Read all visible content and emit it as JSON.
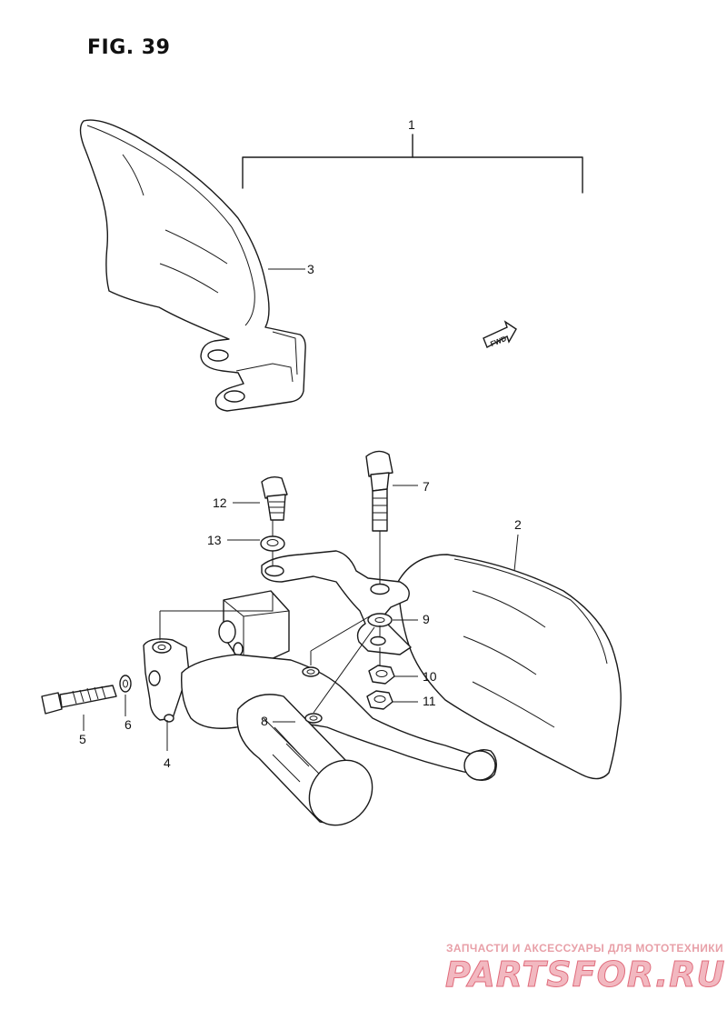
{
  "title": "FIG. 39",
  "fwd_label": "FWD",
  "callouts": [
    {
      "id": "c1",
      "label": "1"
    },
    {
      "id": "c2",
      "label": "2"
    },
    {
      "id": "c3",
      "label": "3"
    },
    {
      "id": "c4",
      "label": "4"
    },
    {
      "id": "c5",
      "label": "5"
    },
    {
      "id": "c6",
      "label": "6"
    },
    {
      "id": "c7",
      "label": "7"
    },
    {
      "id": "c8",
      "label": "8"
    },
    {
      "id": "c9",
      "label": "9"
    },
    {
      "id": "c10",
      "label": "10"
    },
    {
      "id": "c11",
      "label": "11"
    },
    {
      "id": "c12",
      "label": "12"
    },
    {
      "id": "c13",
      "label": "13"
    }
  ],
  "watermark": {
    "tagline": "ЗАПЧАСТИ И АКСЕССУАРЫ ДЛЯ МОТОТЕХНИКИ",
    "brand": "PARTSFOR.RU"
  }
}
